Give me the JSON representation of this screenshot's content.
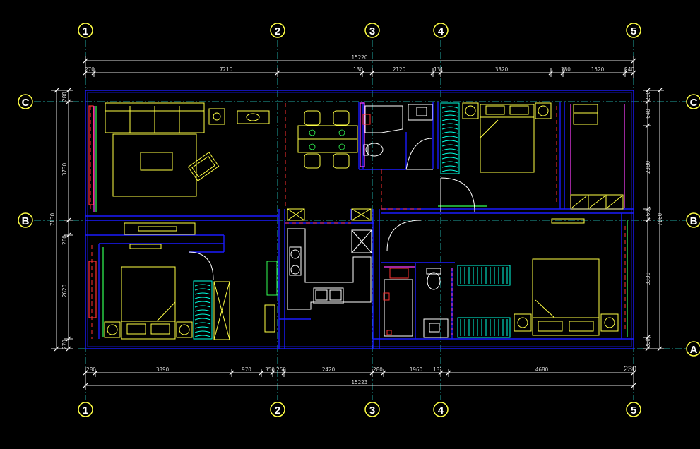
{
  "colors": {
    "background": "#000000",
    "wall": "#1a1aff",
    "axis": "#1fa6a0",
    "dim_line": "#e5e5e5",
    "furniture": "#ffff44",
    "accent_cyan": "#00ffe0",
    "accent_magenta": "#ff40ff",
    "accent_red": "#ff3030",
    "accent_green": "#33ff55",
    "bubble_text": "#ffffff",
    "bubble_ring": "#ffff44"
  },
  "axes": {
    "top": [
      "1",
      "2",
      "3",
      "4",
      "5"
    ],
    "bottom": [
      "1",
      "2",
      "3",
      "4",
      "5"
    ],
    "left": [
      "C",
      "B"
    ],
    "right": [
      "C",
      "B",
      "A"
    ]
  },
  "dimensions": {
    "top_total": "15220",
    "top_segments": [
      "270",
      "7210",
      "130",
      "2120",
      "131",
      "3320",
      "280",
      "1520",
      "240"
    ],
    "bottom_total": "15223",
    "bottom_segments": [
      "280",
      "3890",
      "970",
      "350",
      "250",
      "2420",
      "280",
      "1960",
      "131",
      "4680"
    ],
    "bottom_extra": "230",
    "left_total": "7130",
    "left_segments": [
      "280",
      "3730",
      "260",
      "2620",
      "270"
    ],
    "right_total": "7160",
    "right_segments": [
      "280",
      "640",
      "2380",
      "260",
      "3330",
      "280"
    ]
  }
}
